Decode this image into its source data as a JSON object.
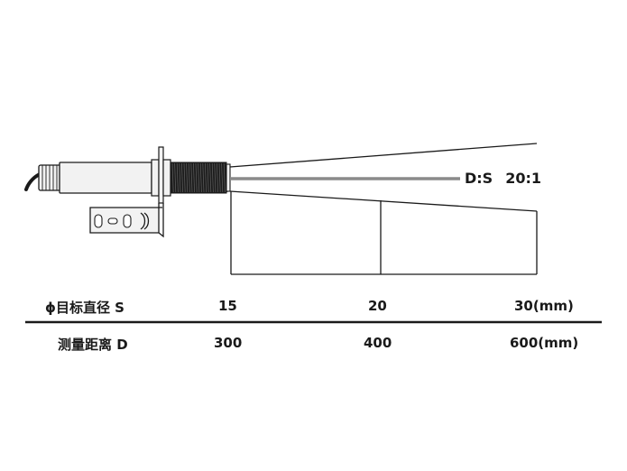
{
  "ratio": {
    "label": "D:S",
    "value": "20:1"
  },
  "table": {
    "row1": {
      "label": "ϕ目标直径 S",
      "values": [
        "15",
        "20",
        "30(mm)"
      ]
    },
    "row2": {
      "label": "测量距离 D",
      "values": [
        "300",
        "400",
        "600(mm)"
      ]
    }
  },
  "colors": {
    "ink": "#1a1a1a",
    "axis_line": "#8a8a8a",
    "sensor_body": "#f2f2f2",
    "thread": "#1c1c1c"
  }
}
